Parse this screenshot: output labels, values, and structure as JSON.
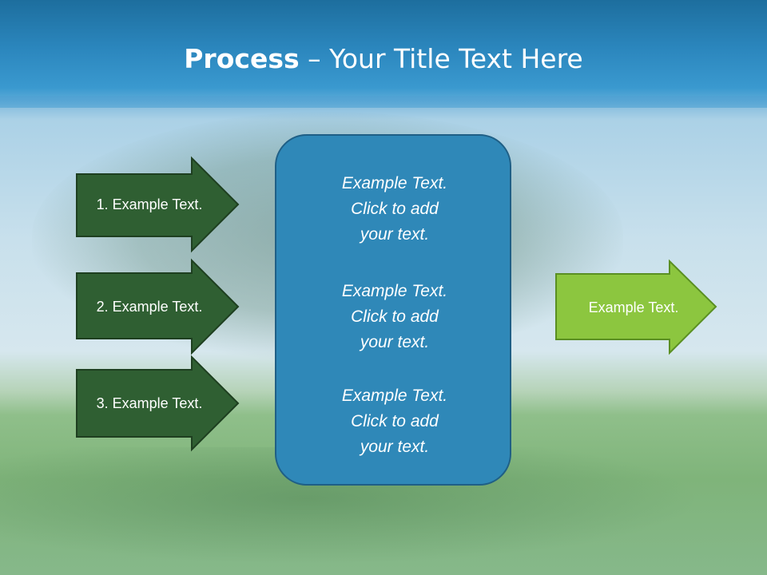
{
  "title": {
    "bold": "Process",
    "rest": " – Your Title Text Here"
  },
  "left_arrows": [
    {
      "label": "1. Example Text."
    },
    {
      "label": "2. Example Text."
    },
    {
      "label": "3. Example Text."
    }
  ],
  "center_box": {
    "blocks": [
      {
        "line1": "Example Text.",
        "line2": "Click  to add",
        "line3": "your text."
      },
      {
        "line1": "Example Text.",
        "line2": "Click  to add",
        "line3": "your text."
      },
      {
        "line1": "Example Text.",
        "line2": "Click  to add",
        "line3": "your text."
      }
    ]
  },
  "right_arrow": {
    "label": "Example Text."
  },
  "colors": {
    "dark_green": "#2f5f32",
    "dark_green_border": "#1e3f20",
    "light_green": "#8cc63f",
    "light_green_border": "#5a8f22",
    "center_blue": "#2f88b8",
    "title_band": "#2b86bd"
  }
}
